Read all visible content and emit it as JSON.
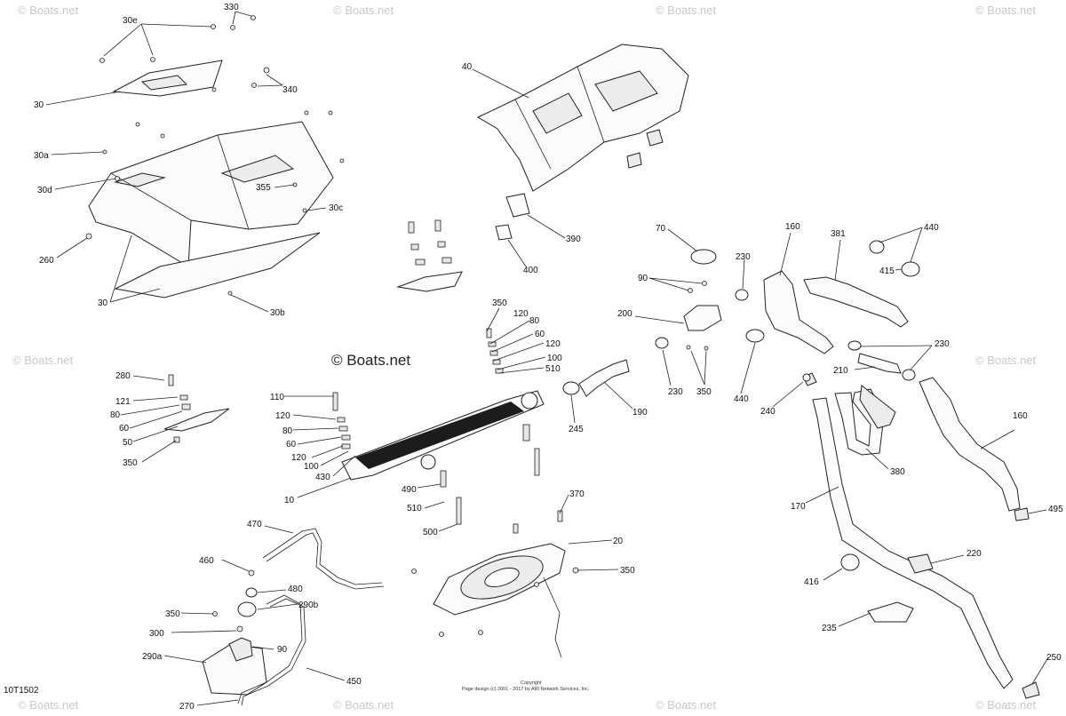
{
  "watermark": "© Boats.net",
  "main_watermark": "© Boats.net",
  "diagram_code": "10T1502",
  "footer": {
    "line1": "Copyright",
    "line2": "Page design (c) 2001 - 2017 by ARI Network Services, Inc."
  },
  "callouts": [
    {
      "id": "330",
      "text": "330"
    },
    {
      "id": "30e",
      "text": "30e"
    },
    {
      "id": "340",
      "text": "340"
    },
    {
      "id": "30",
      "text": "30"
    },
    {
      "id": "30a",
      "text": "30a"
    },
    {
      "id": "30d",
      "text": "30d"
    },
    {
      "id": "355",
      "text": "355"
    },
    {
      "id": "30c",
      "text": "30c"
    },
    {
      "id": "260",
      "text": "260"
    },
    {
      "id": "30-2",
      "text": "30"
    },
    {
      "id": "30b",
      "text": "30b"
    },
    {
      "id": "40",
      "text": "40"
    },
    {
      "id": "390",
      "text": "390"
    },
    {
      "id": "400",
      "text": "400"
    },
    {
      "id": "70",
      "text": "70"
    },
    {
      "id": "90",
      "text": "90"
    },
    {
      "id": "230",
      "text": "230"
    },
    {
      "id": "160",
      "text": "160"
    },
    {
      "id": "381",
      "text": "381"
    },
    {
      "id": "440",
      "text": "440"
    },
    {
      "id": "415",
      "text": "415"
    },
    {
      "id": "200",
      "text": "200"
    },
    {
      "id": "230-2",
      "text": "230"
    },
    {
      "id": "210",
      "text": "210"
    },
    {
      "id": "230-3",
      "text": "230"
    },
    {
      "id": "350",
      "text": "350"
    },
    {
      "id": "440-2",
      "text": "440"
    },
    {
      "id": "240",
      "text": "240"
    },
    {
      "id": "380",
      "text": "380"
    },
    {
      "id": "160-2",
      "text": "160"
    },
    {
      "id": "170",
      "text": "170"
    },
    {
      "id": "495",
      "text": "495"
    },
    {
      "id": "220",
      "text": "220"
    },
    {
      "id": "416",
      "text": "416"
    },
    {
      "id": "235",
      "text": "235"
    },
    {
      "id": "250",
      "text": "250"
    },
    {
      "id": "350-a",
      "text": "350"
    },
    {
      "id": "120-a",
      "text": "120"
    },
    {
      "id": "80-a",
      "text": "80"
    },
    {
      "id": "60-a",
      "text": "60"
    },
    {
      "id": "120-b",
      "text": "120"
    },
    {
      "id": "100-a",
      "text": "100"
    },
    {
      "id": "510-a",
      "text": "510"
    },
    {
      "id": "190",
      "text": "190"
    },
    {
      "id": "245",
      "text": "245"
    },
    {
      "id": "280",
      "text": "280"
    },
    {
      "id": "121",
      "text": "121"
    },
    {
      "id": "80-b",
      "text": "80"
    },
    {
      "id": "60-b",
      "text": "60"
    },
    {
      "id": "50",
      "text": "50"
    },
    {
      "id": "350-b",
      "text": "350"
    },
    {
      "id": "110",
      "text": "110"
    },
    {
      "id": "120-c",
      "text": "120"
    },
    {
      "id": "80-c",
      "text": "80"
    },
    {
      "id": "60-c",
      "text": "60"
    },
    {
      "id": "120-d",
      "text": "120"
    },
    {
      "id": "100-b",
      "text": "100"
    },
    {
      "id": "430",
      "text": "430"
    },
    {
      "id": "10",
      "text": "10"
    },
    {
      "id": "490",
      "text": "490"
    },
    {
      "id": "510-b",
      "text": "510"
    },
    {
      "id": "500",
      "text": "500"
    },
    {
      "id": "370",
      "text": "370"
    },
    {
      "id": "20",
      "text": "20"
    },
    {
      "id": "350-c",
      "text": "350"
    },
    {
      "id": "470",
      "text": "470"
    },
    {
      "id": "460",
      "text": "460"
    },
    {
      "id": "480",
      "text": "480"
    },
    {
      "id": "290b",
      "text": "290b"
    },
    {
      "id": "350-d",
      "text": "350"
    },
    {
      "id": "300",
      "text": "300"
    },
    {
      "id": "90-b",
      "text": "90"
    },
    {
      "id": "290a",
      "text": "290a"
    },
    {
      "id": "450",
      "text": "450"
    },
    {
      "id": "270",
      "text": "270"
    }
  ]
}
